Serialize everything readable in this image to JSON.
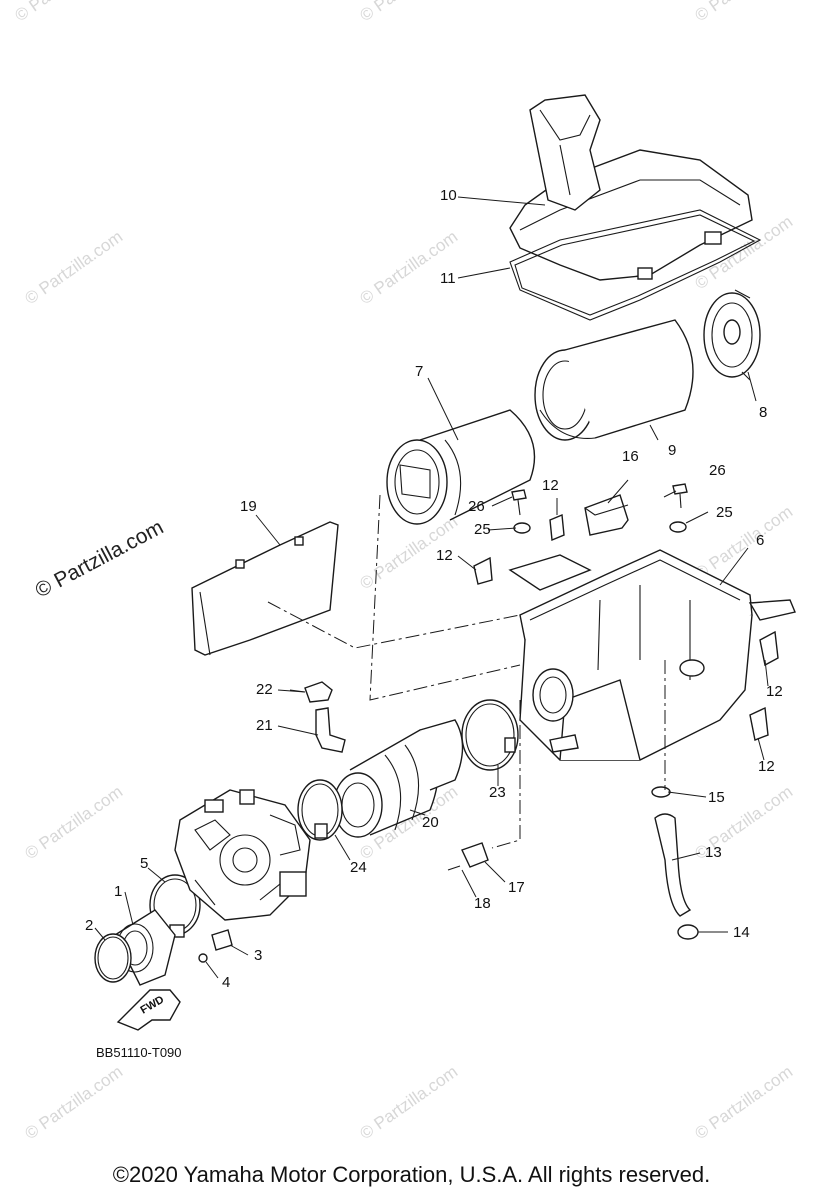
{
  "watermark": {
    "text": "© Partzilla.com",
    "prominent_text": "© Partzilla.com"
  },
  "callouts": [
    "1",
    "2",
    "3",
    "4",
    "5",
    "6",
    "7",
    "8",
    "9",
    "10",
    "11",
    "12",
    "13",
    "14",
    "15",
    "16",
    "17",
    "18",
    "19",
    "20",
    "21",
    "22",
    "23",
    "24",
    "25",
    "26"
  ],
  "fwd_label": "FWD",
  "diagram_code": "BB51110-T090",
  "copyright": "©2020 Yamaha Motor Corporation, U.S.A. All rights reserved."
}
